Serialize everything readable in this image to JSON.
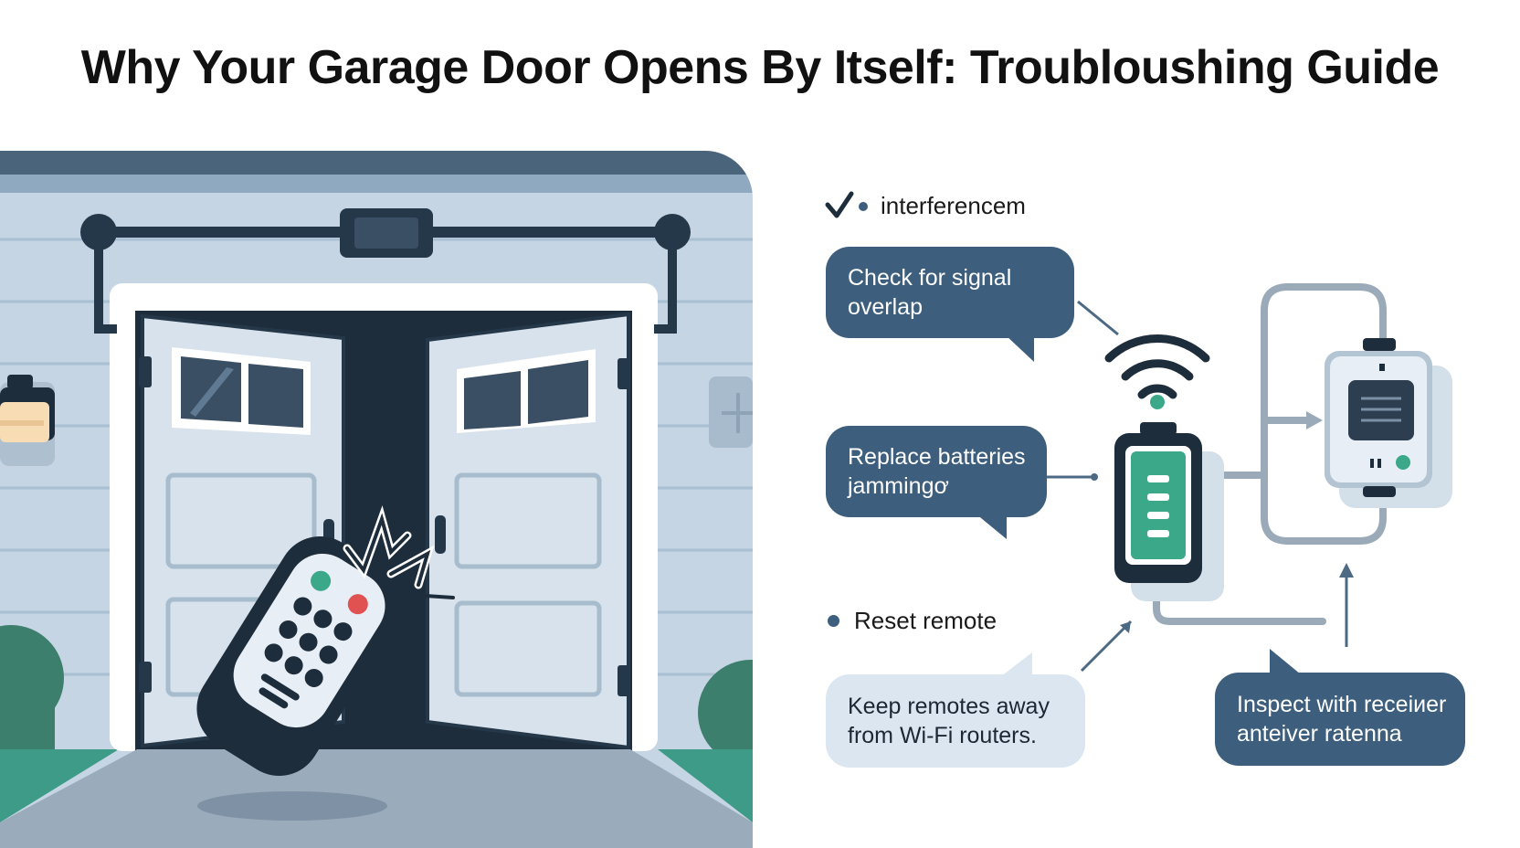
{
  "title": "Why Your Garage Door Opens By Itself: Troubloushing Guide",
  "labels": {
    "interference": "interferencem",
    "reset": "Reset remote"
  },
  "bubbles": {
    "signal_overlap": [
      "Check for signal",
      "overlap"
    ],
    "batteries": [
      "Replace batteries",
      "jammingơ"
    ],
    "wifi": [
      "Keep remotes away",
      "from Wi-Fi routers."
    ],
    "antenna": [
      "Inspect with receiиer",
      "anteiver ratenna"
    ]
  },
  "colors": {
    "navy": "#3d5f7d",
    "dark": "#1e2d3b",
    "wall": "#c5d5e4",
    "siding_line": "#a3b9cd",
    "door": "#d8e2ec",
    "green_accent": "#3aa889",
    "red_button": "#e05252",
    "light_bubble": "#dbe6f0",
    "ground": "#9aabbb",
    "grass": "#3d9b87"
  },
  "icons": {
    "check": "checkmark-icon",
    "remote": "remote-control-icon",
    "wifi": "wifi-signal-icon",
    "phone": "phone-device-icon",
    "receiver": "receiver-unit-icon"
  }
}
